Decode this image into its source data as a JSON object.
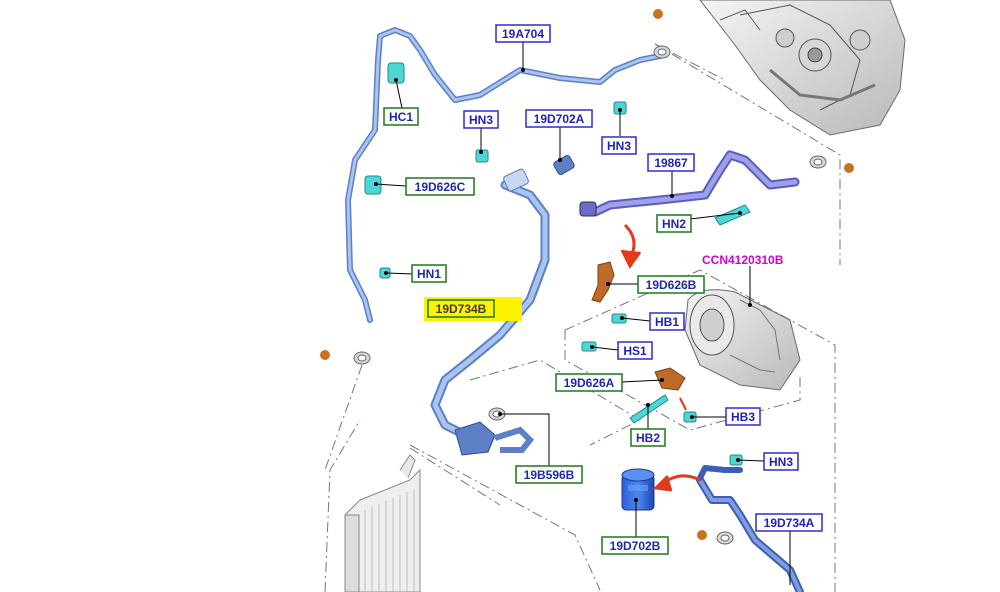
{
  "diagram": {
    "colors": {
      "blue_label_border": "#2b2bd6",
      "blue_label_text": "#2121b8",
      "green_label_border": "#1a7a1a",
      "green_label_text": "#1e2aa8",
      "highlight": "#fff200",
      "refrigerant_line": "#8fb3e8",
      "refrigerant_line_dark": "#5c7fc6",
      "suction_hose": "#7d80d8",
      "connector_cyan": "#4cd6d6",
      "bracket_brown": "#c06a2a",
      "arrow_red": "#e23a1a",
      "callout_pink": "#d400d4",
      "orange_dot": "#c8721e"
    },
    "labels": {
      "l_19A704": "19A704",
      "l_HC1": "HC1",
      "l_HN3_a": "HN3",
      "l_19D702A": "19D702A",
      "l_HN3_b": "HN3",
      "l_19867": "19867",
      "l_19D626C": "19D626C",
      "l_HN2": "HN2",
      "l_HN1": "HN1",
      "l_19D734B": "19D734B",
      "l_19D626B": "19D626B",
      "l_HB1": "HB1",
      "l_HS1": "HS1",
      "l_19D626A": "19D626A",
      "l_HB3": "HB3",
      "l_HB2": "HB2",
      "l_19B596B": "19B596B",
      "l_HN3_c": "HN3",
      "l_19D702B": "19D702B",
      "l_19D734A": "19D734A",
      "l_CCN": "CCN4120310B"
    }
  }
}
